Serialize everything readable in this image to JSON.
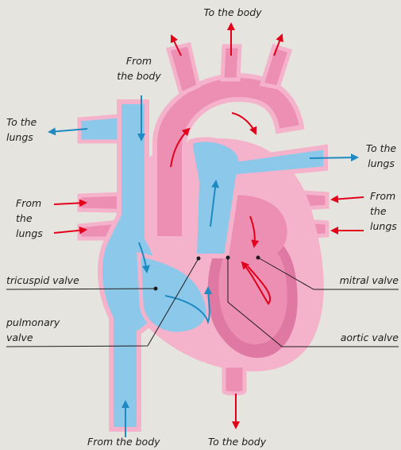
{
  "colors": {
    "background": "#e6e4df",
    "oxygen_poor_blood": "#8cc8ea",
    "oxygen_rich_blood": "#ec8fb3",
    "heart_wall": "#f4b3ca",
    "heart_wall_dark": "#df78a2",
    "flow_arrow_red": "#e2001a",
    "flow_arrow_blue": "#1d8ac2",
    "leader_line": "#1d1d1b"
  },
  "labels": {
    "top_to_body": "To the body",
    "from_body_top_1": "From",
    "from_body_top_2": "the body",
    "left_to_lungs_1": "To the",
    "left_to_lungs_2": "lungs",
    "right_to_lungs_1": "To the",
    "right_to_lungs_2": "lungs",
    "left_from_lungs_1": "From",
    "left_from_lungs_2": "the",
    "left_from_lungs_3": "lungs",
    "right_from_lungs_1": "From",
    "right_from_lungs_2": "the",
    "right_from_lungs_3": "lungs",
    "tricuspid_valve": "tricuspid valve",
    "pulmonary_valve_1": "pulmonary",
    "pulmonary_valve_2": "valve",
    "mitral_valve": "mitral valve",
    "aortic_valve": "aortic valve",
    "bottom_from_body": "From the body",
    "bottom_to_body": "To the body"
  }
}
